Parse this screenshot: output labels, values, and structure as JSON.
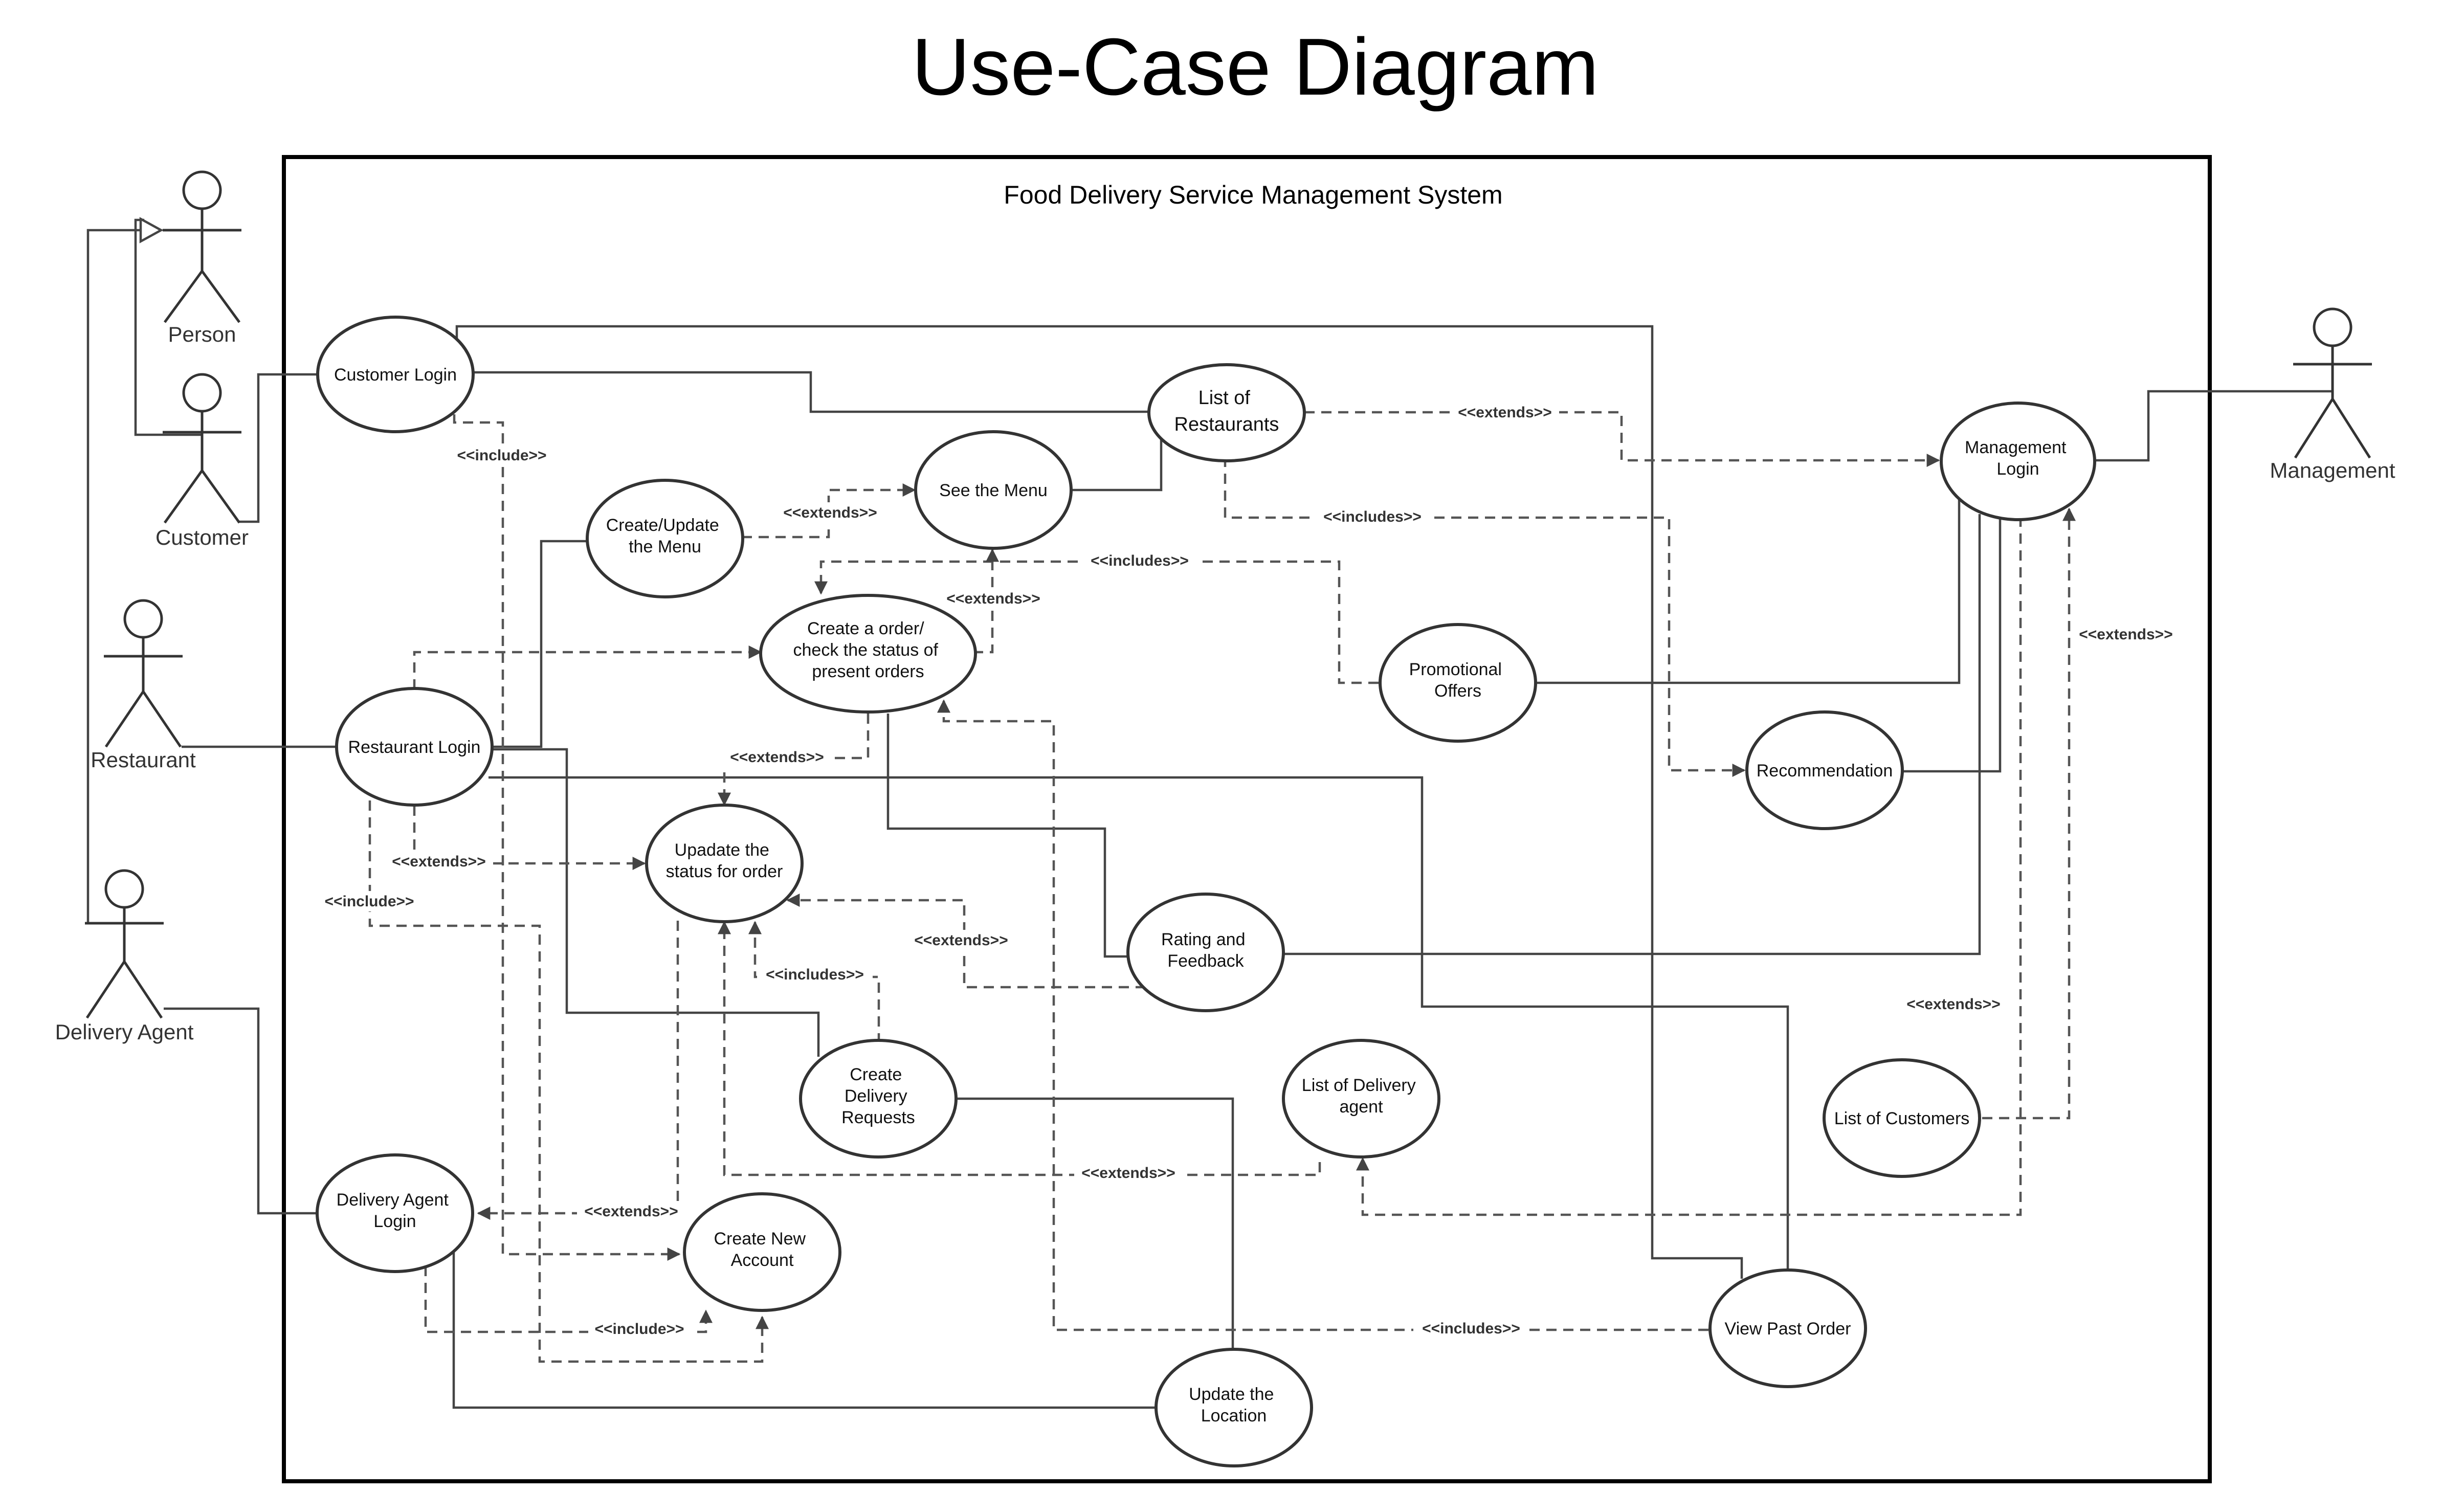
{
  "title": "Use-Case Diagram",
  "system_name": "Food Delivery Service Management System",
  "actors": {
    "person": "Person",
    "customer": "Customer",
    "restaurant": "Restaurant",
    "delivery_agent": "Delivery Agent",
    "management": "Management"
  },
  "use_cases": {
    "customer_login": [
      "Customer Login"
    ],
    "list_restaurants": [
      "List of",
      "Restaurants"
    ],
    "management_login": [
      "Management",
      "Login"
    ],
    "see_menu": [
      "See the Menu"
    ],
    "create_menu": [
      "Create/Update",
      "the Menu"
    ],
    "create_order": [
      "Create a order/",
      "check the status of",
      "present orders"
    ],
    "restaurant_login": [
      "Restaurant Login"
    ],
    "promo": [
      "Promotional",
      "Offers"
    ],
    "recommendation": [
      "Recommendation"
    ],
    "update_status": [
      "Upadate the",
      "status for order"
    ],
    "rating": [
      "Rating and",
      "Feedback"
    ],
    "create_delivery": [
      "Create",
      "Delivery",
      "Requests"
    ],
    "list_delivery_agent": [
      "List of Delivery",
      "agent"
    ],
    "list_customers": [
      "List of Customers"
    ],
    "delivery_login": [
      "Delivery Agent",
      "Login"
    ],
    "new_account": [
      "Create New",
      "Account"
    ],
    "view_past": [
      "View Past Order"
    ],
    "update_location": [
      "Update the",
      "Location"
    ]
  },
  "relations": {
    "include": "<<include>>",
    "includes": "<<includes>>",
    "extends": "<<extends>>"
  }
}
